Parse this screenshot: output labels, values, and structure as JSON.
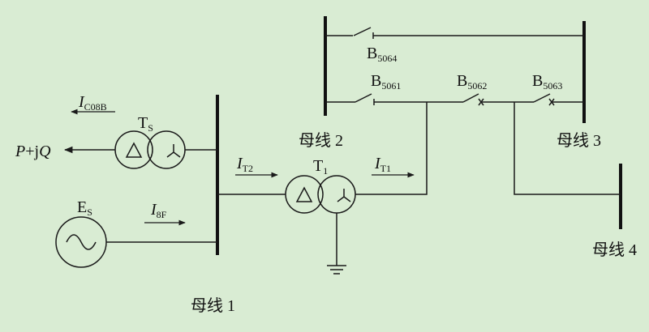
{
  "buses": {
    "bus1": "母线 1",
    "bus2": "母线 2",
    "bus3": "母线 3",
    "bus4": "母线 4"
  },
  "breakers": [
    {
      "letter": "B",
      "sub": "5064"
    },
    {
      "letter": "B",
      "sub": "5061"
    },
    {
      "letter": "B",
      "sub": "5062"
    },
    {
      "letter": "B",
      "sub": "5063"
    }
  ],
  "transformers": {
    "ts": {
      "letter": "T",
      "sub": "S"
    },
    "t1": {
      "letter": "T",
      "sub": "1"
    }
  },
  "source": {
    "letter": "E",
    "sub": "S"
  },
  "load": {
    "p": "P",
    "plus_j": "+j",
    "q": "Q"
  },
  "currents": {
    "ic08b": {
      "letter": "I",
      "sub": "C08B"
    },
    "it2": {
      "letter": "I",
      "sub": "T2"
    },
    "it1": {
      "letter": "I",
      "sub": "T1"
    },
    "i8f": {
      "letter": "I",
      "sub": "8F"
    }
  },
  "colors": {
    "background": "#d9ecd3",
    "ink": "#1a1a1a"
  }
}
